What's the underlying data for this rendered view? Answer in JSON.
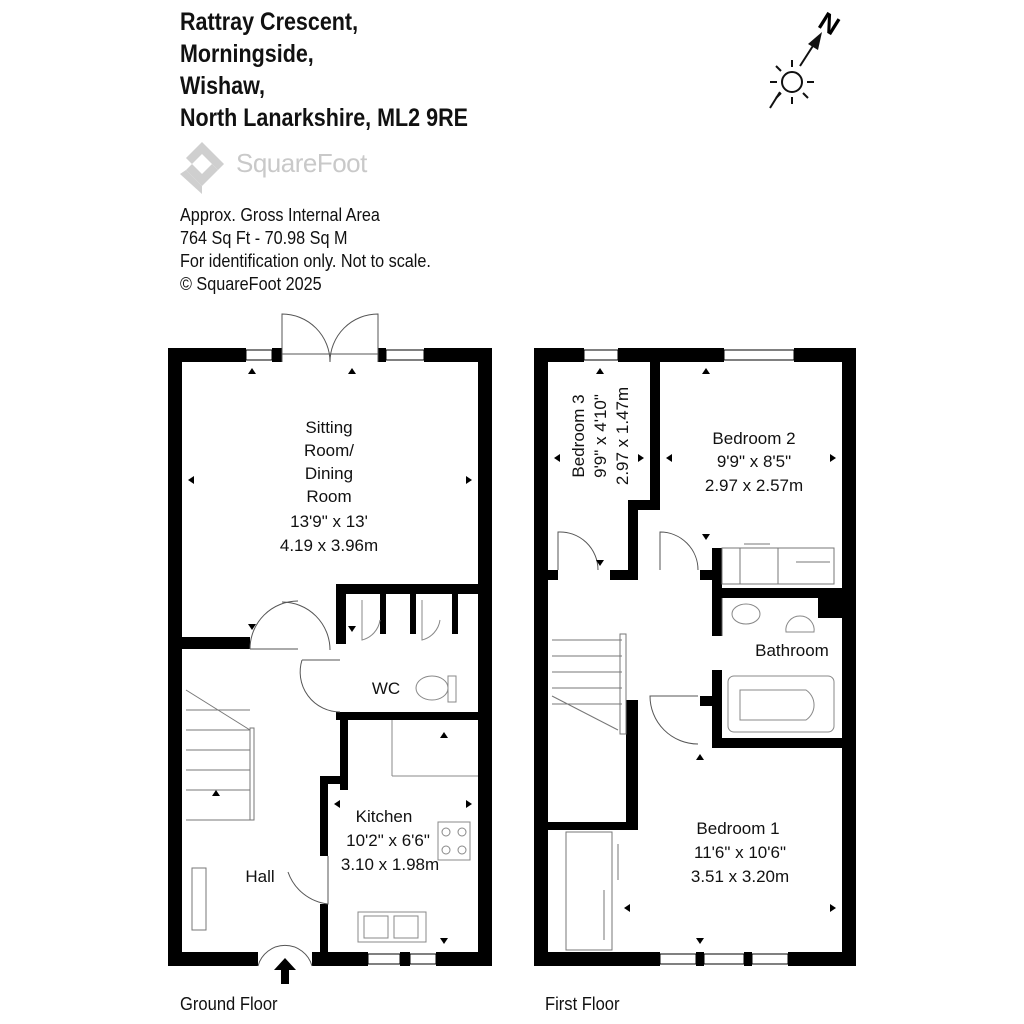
{
  "address": {
    "line1": "Rattray Crescent,",
    "line2": "Morningside,",
    "line3": "Wishaw,",
    "line4": "North Lanarkshire, ML2 9RE"
  },
  "logo": {
    "text": "SquareFoot"
  },
  "info": {
    "area_title": "Approx. Gross Internal Area",
    "area_value": "764 Sq Ft  -  70.98 Sq M",
    "disclaimer": "For identification only. Not to scale.",
    "copyright": "© SquareFoot 2025"
  },
  "compass": {
    "label": "N"
  },
  "ground_floor": {
    "label": "Ground Floor",
    "sitting": {
      "l1": "Sitting",
      "l2": "Room/",
      "l3": "Dining",
      "l4": "Room",
      "dim_ft": "13'9\" x 13'",
      "dim_m": "4.19 x 3.96m"
    },
    "wc": {
      "name": "WC"
    },
    "kitchen": {
      "name": "Kitchen",
      "dim_ft": "10'2\" x 6'6\"",
      "dim_m": "3.10 x 1.98m"
    },
    "hall": {
      "name": "Hall"
    }
  },
  "first_floor": {
    "label": "First Floor",
    "bedroom3": {
      "name": "Bedroom 3",
      "dim_ft": "9'9\" x 4'10\"",
      "dim_m": "2.97 x 1.47m"
    },
    "bedroom2": {
      "name": "Bedroom 2",
      "dim_ft": "9'9\" x 8'5\"",
      "dim_m": "2.97 x 2.57m"
    },
    "bathroom": {
      "name": "Bathroom"
    },
    "bedroom1": {
      "name": "Bedroom 1",
      "dim_ft": "11'6\" x 10'6\"",
      "dim_m": "3.51 x 3.20m"
    }
  },
  "colors": {
    "wall": "#000000",
    "logo": "#c9c9c9",
    "fixture": "#888888"
  }
}
